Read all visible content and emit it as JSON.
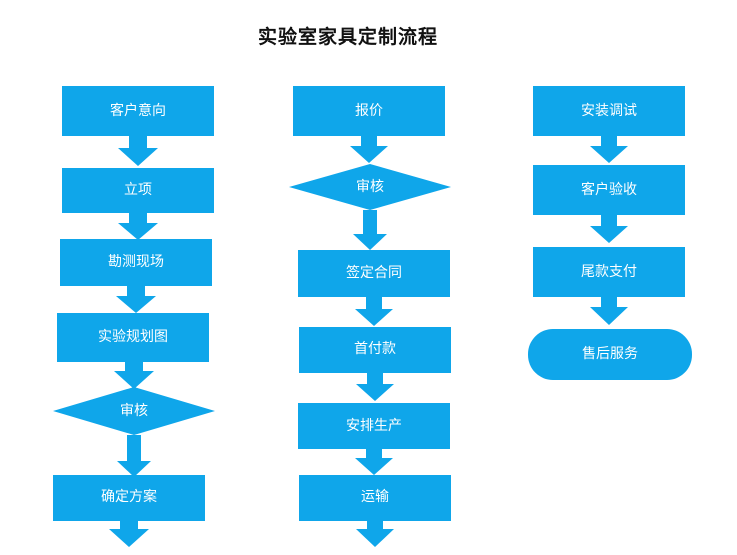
{
  "title": "实验室家具定制流程",
  "colors": {
    "node_fill": "#0fa6ea",
    "arrow_fill": "#0fa6ea",
    "text": "#ffffff"
  },
  "columns": [
    {
      "steps": [
        {
          "shape": "rect",
          "label": "客户意向"
        },
        {
          "shape": "rect",
          "label": "立项"
        },
        {
          "shape": "rect",
          "label": "勘测现场"
        },
        {
          "shape": "rect",
          "label": "实验规划图"
        },
        {
          "shape": "diamond",
          "label": "审核"
        },
        {
          "shape": "rect",
          "label": "确定方案"
        }
      ]
    },
    {
      "steps": [
        {
          "shape": "rect",
          "label": "报价"
        },
        {
          "shape": "diamond",
          "label": "审核"
        },
        {
          "shape": "rect",
          "label": "签定合同"
        },
        {
          "shape": "rect",
          "label": "首付款"
        },
        {
          "shape": "rect",
          "label": "安排生产"
        },
        {
          "shape": "rect",
          "label": "运输"
        }
      ]
    },
    {
      "steps": [
        {
          "shape": "rect",
          "label": "安装调试"
        },
        {
          "shape": "rect",
          "label": "客户验收"
        },
        {
          "shape": "rect",
          "label": "尾款支付"
        },
        {
          "shape": "terminal",
          "label": "售后服务"
        }
      ]
    }
  ]
}
